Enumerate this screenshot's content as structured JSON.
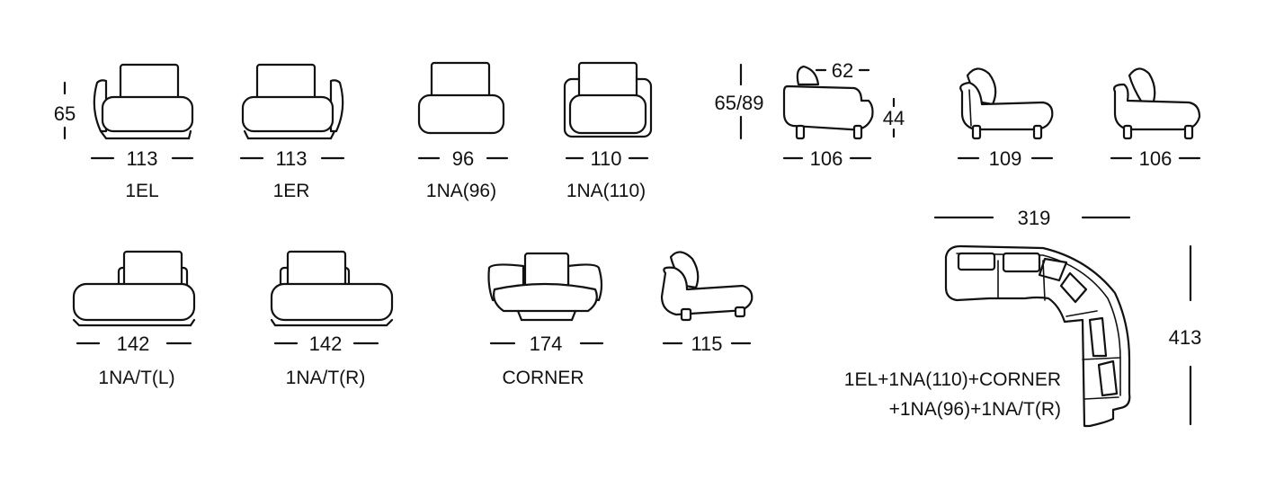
{
  "modules": [
    {
      "code": "1EL",
      "width": "113",
      "height": "65"
    },
    {
      "code": "1ER",
      "width": "113"
    },
    {
      "code": "1NA(96)",
      "width": "96"
    },
    {
      "code": "1NA(110)",
      "width": "110"
    },
    {
      "code": "1NA/T(L)",
      "width": "142"
    },
    {
      "code": "1NA/T(R)",
      "width": "142"
    },
    {
      "code": "CORNER",
      "width": "174"
    }
  ],
  "side_views": {
    "side_a": {
      "depth": "106",
      "seat_depth": "62",
      "height": "65/89",
      "seat_height": "44"
    },
    "side_b": {
      "depth": "109"
    },
    "side_c": {
      "depth": "106"
    },
    "side_corner": {
      "depth": "115"
    }
  },
  "composition": {
    "width": "319",
    "depth": "413",
    "line1": "1EL+1NA(110)+CORNER",
    "line2": "+1NA(96)+1NA/T(R)"
  }
}
